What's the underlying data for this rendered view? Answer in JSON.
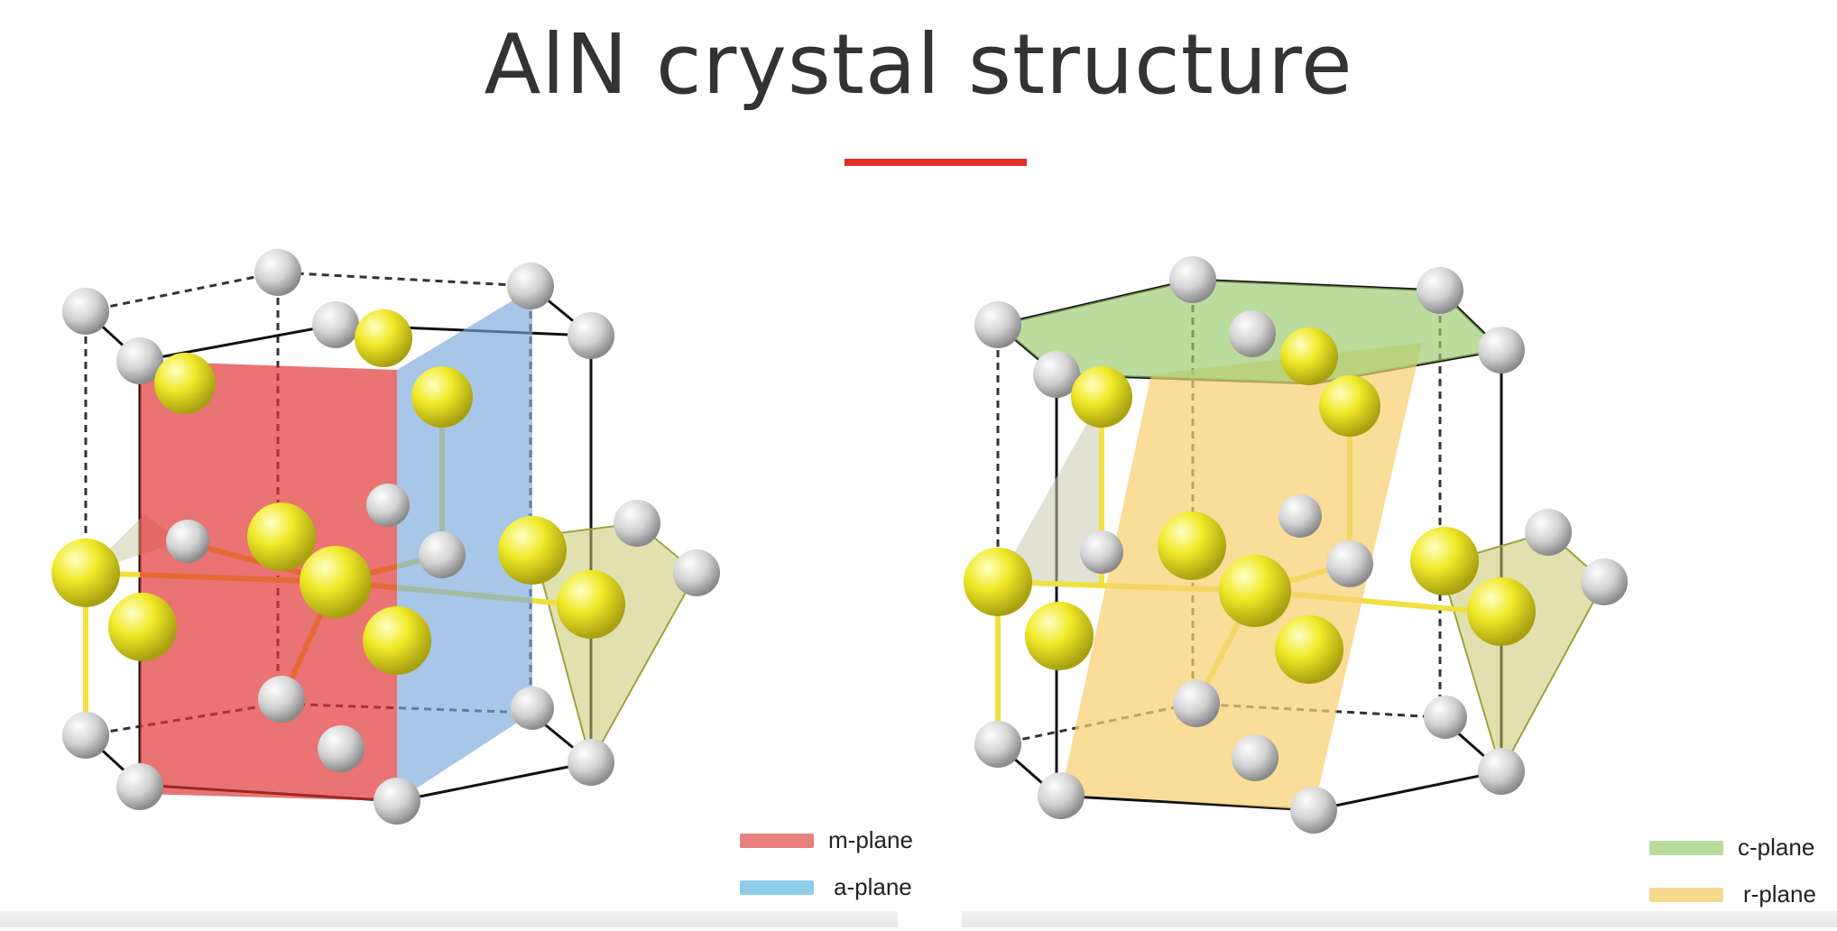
{
  "title": "AlN crystal structure",
  "colors": {
    "accent_underline": "#e03028",
    "m_plane": "#e8807e",
    "a_plane": "#8ecdea",
    "c_plane": "#b8dc9c",
    "r_plane": "#f6d98c",
    "al_atom": "#e4e030",
    "n_atom": "#d8d8d8"
  },
  "panels": [
    {
      "name": "left",
      "legend": [
        {
          "label": "m-plane",
          "color": "#e8807e"
        },
        {
          "label": "a-plane",
          "color": "#8ecdea"
        }
      ]
    },
    {
      "name": "right",
      "legend": [
        {
          "label": "c-plane",
          "color": "#b8dc9c"
        },
        {
          "label": "r-plane",
          "color": "#f6d98c"
        }
      ]
    }
  ]
}
